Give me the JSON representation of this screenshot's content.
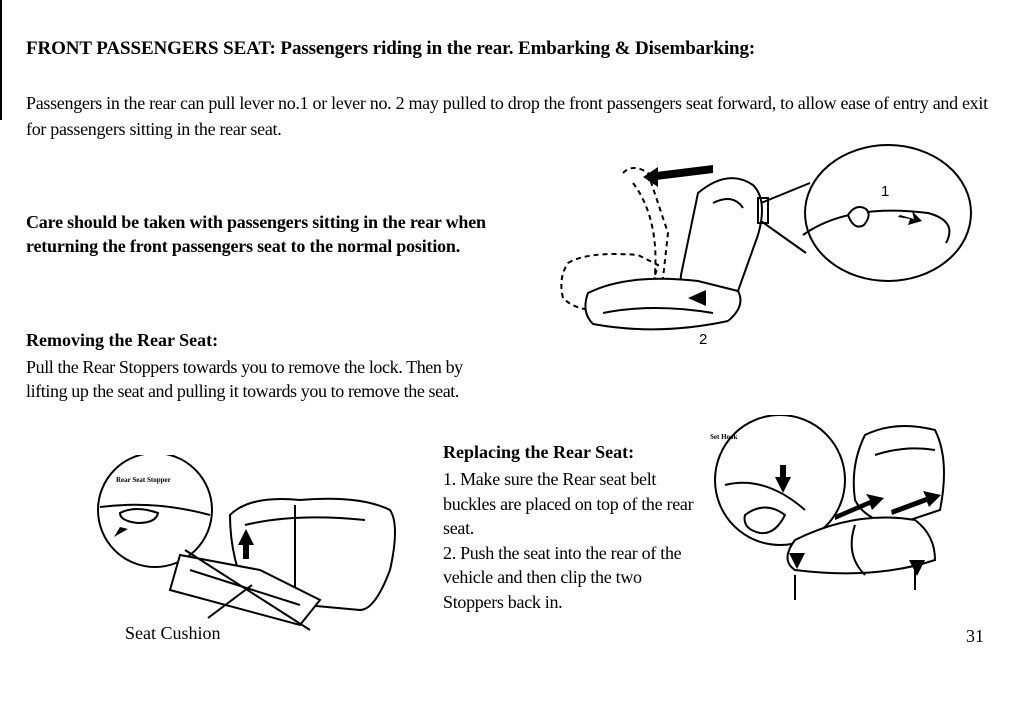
{
  "heading": "FRONT PASSENGERS SEAT: Passengers riding in the rear. Embarking & Disembarking:",
  "intro": "Passengers in the rear can pull lever no.1 or lever no. 2 may pulled to drop the front passengers seat forward, to allow ease of entry and exit for passengers sitting in the rear seat.",
  "caution": "Care should be taken with passengers sitting in the rear when returning the front passengers seat to the normal position.",
  "removing": {
    "title": "Removing the Rear Seat:",
    "body": "Pull the Rear Stoppers towards you to remove the lock. Then by lifting up the seat and pulling it towards you to remove the seat."
  },
  "replacing": {
    "title": "Replacing the Rear Seat:",
    "step1": "1. Make sure the Rear seat belt buckles are placed on top of the rear seat.",
    "step2": "2. Push the seat into the rear of the vehicle and then clip the two Stoppers back in."
  },
  "figures": {
    "front_seat": {
      "label_1": "1",
      "label_2": "2"
    },
    "rear_removal": {
      "inset_label": "Rear Seat Stopper",
      "caption": "Seat Cushion"
    },
    "rear_replace": {
      "inset_label": "Set Hook"
    }
  },
  "page_number": "31"
}
